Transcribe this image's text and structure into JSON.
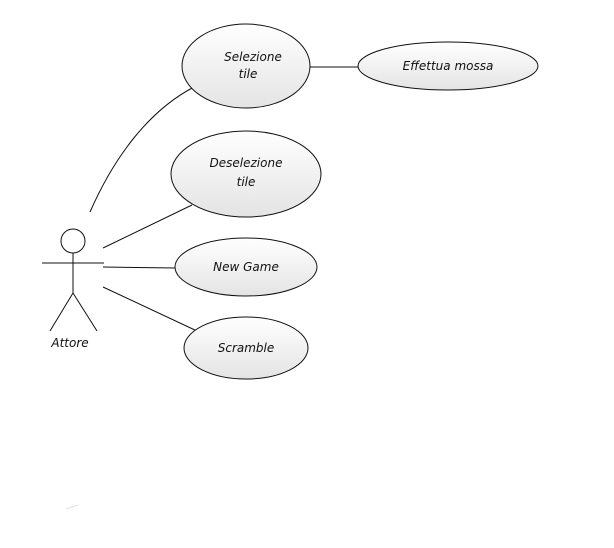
{
  "diagram": {
    "type": "use-case",
    "actor": {
      "label": "Attore"
    },
    "use_cases": {
      "selezione_tile": {
        "line1": "Selezione",
        "line2": "tile"
      },
      "effettua_mossa": {
        "label": "Effettua mossa"
      },
      "deselezione_tile": {
        "line1": "Deselezione",
        "line2": "tile"
      },
      "new_game": {
        "label": "New Game"
      },
      "scramble": {
        "label": "Scramble"
      }
    },
    "colors": {
      "ellipse_fill_top": "#ffffff",
      "ellipse_fill_bottom": "#e6e6e6",
      "stroke": "#111111"
    }
  }
}
